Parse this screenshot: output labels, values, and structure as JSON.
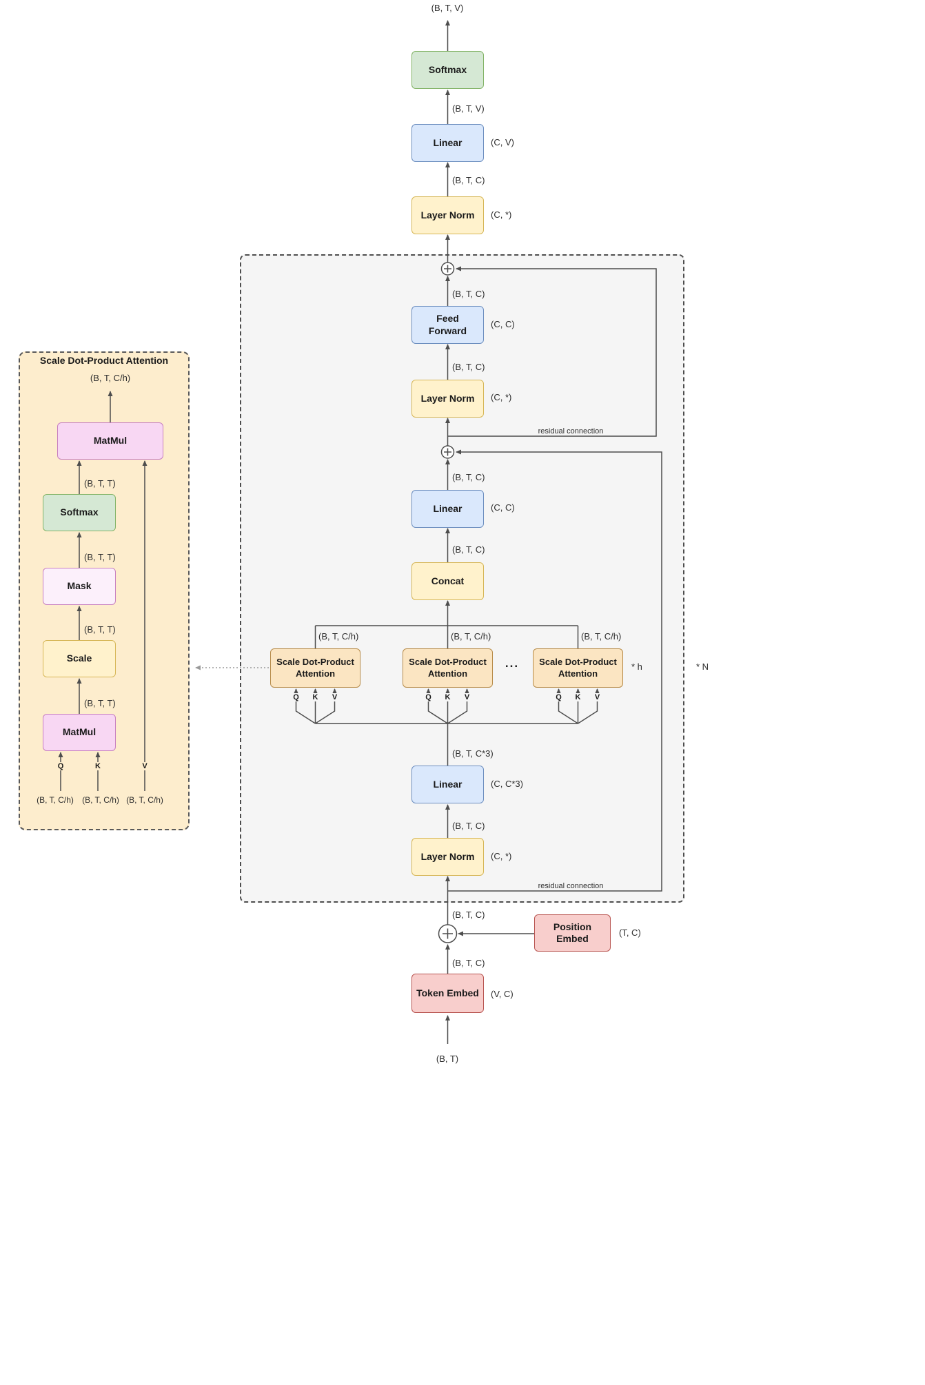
{
  "palette": {
    "green_fill": "#d5e8d4",
    "green_stroke": "#82b366",
    "blue_fill": "#dae8fc",
    "blue_stroke": "#6c8ebf",
    "yellow_fill": "#fff2cc",
    "yellow_stroke": "#d6b656",
    "red_fill": "#f8cecc",
    "red_stroke": "#b85450",
    "orange_fill": "#fbe5c2",
    "orange_stroke": "#b78b49",
    "pink_fill": "#f8d7f3",
    "pink_stroke": "#c77fc0",
    "pink_light_fill": "#fcf0fb",
    "block_fill": "#f5f5f5",
    "panel_fill": "#fdedcd",
    "wire": "#4d4d4d"
  },
  "nodes": {
    "softmax": "Softmax",
    "linear": "Linear",
    "layer_norm": "Layer Norm",
    "feed_forward": "Feed Forward",
    "concat": "Concat",
    "attention": "Scale Dot-Product Attention",
    "token_embed": "Token Embed",
    "position_embed": "Position Embed",
    "matmul": "MatMul",
    "mask": "Mask",
    "scale": "Scale"
  },
  "ports": {
    "q": "Q",
    "k": "K",
    "v": "V"
  },
  "dims": {
    "bt": "(B, T)",
    "btc": "(B, T, C)",
    "btv": "(B, T, V)",
    "btt": "(B, T, T)",
    "btch": "(B, T, C/h)",
    "btc3": "(B, T, C*3)",
    "cv": "(C, V)",
    "cc": "(C, C)",
    "cstar": "(C, *)",
    "cc3": "(C, C*3)",
    "vc": "(V, C)",
    "tc": "(T, C)"
  },
  "annotations": {
    "ellipsis": "...",
    "times_h": "* h",
    "times_n": "* N",
    "residual": "residual connection",
    "panel_title": "Scale Dot-Product Attention"
  }
}
